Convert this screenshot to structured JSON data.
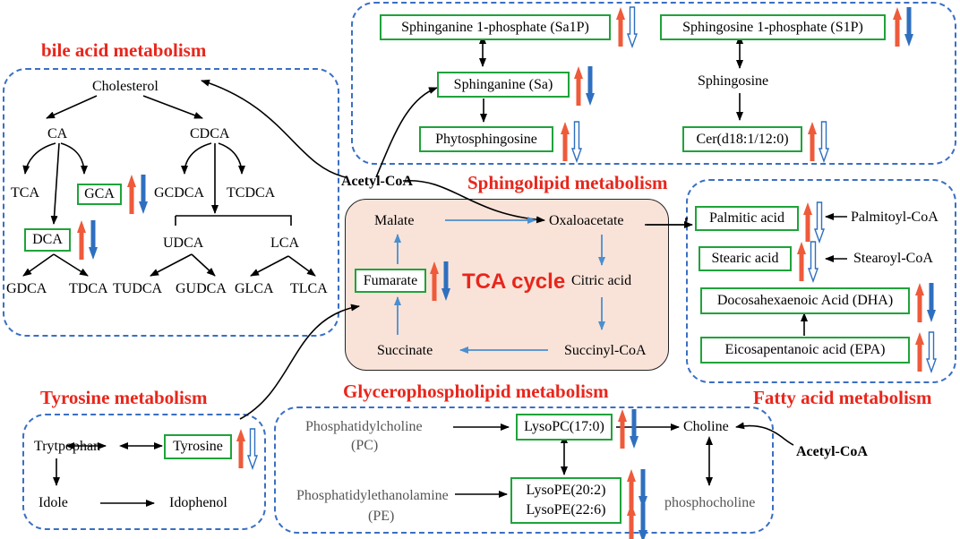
{
  "colors": {
    "up_red": "#ee5a3a",
    "down_blue": "#2f6fbf",
    "box_green": "#1fa33a",
    "section_title_red": "#e8261c",
    "dashed_blue": "#3a6fc4",
    "tca_fill": "#f9e3d8"
  },
  "sections": {
    "bile": "bile acid metabolism",
    "sphingo": "Sphingolipid metabolism",
    "tyrosine": "Tyrosine metabolism",
    "glycero": "Glycerophospholipid metabolism",
    "fatty": "Fatty acid metabolism",
    "tca": "TCA cycle"
  },
  "bile": {
    "cholesterol": "Cholesterol",
    "ca": "CA",
    "cdca": "CDCA",
    "tca": "TCA",
    "gca": "GCA",
    "gcdca": "GCDCA",
    "tcdca": "TCDCA",
    "dca": "DCA",
    "udca": "UDCA",
    "lca": "LCA",
    "gdca": "GDCA",
    "tdca": "TDCA",
    "tudca": "TUDCA",
    "gudca": "GUDCA",
    "glca": "GLCA",
    "tlca": "TLCA"
  },
  "acetyl": "Acetyl-CoA",
  "sphingo": {
    "sa1p": "Sphinganine 1-phosphate (Sa1P)",
    "s1p": "Sphingosine 1-phosphate (S1P)",
    "sa": "Sphinganine (Sa)",
    "sphingosine": "Sphingosine",
    "phyto": "Phytosphingosine",
    "cer": "Cer(d18:1/12:0)"
  },
  "tca_cycle": {
    "malate": "Malate",
    "oxaloacetate": "Oxaloacetate",
    "fumarate": "Fumarate",
    "citric": "Citric acid",
    "succinate": "Succinate",
    "succinyl": "Succinyl-CoA"
  },
  "fatty": {
    "palmitic": "Palmitic acid",
    "palmitoyl": "Palmitoyl-CoA",
    "stearic": "Stearic acid",
    "stearoyl": "Stearoyl-CoA",
    "dha": "Docosahexaenoic Acid (DHA)",
    "epa": "Eicosapentanoic acid (EPA)"
  },
  "tyrosine_path": {
    "trp": "Trytpophan",
    "tyr": "Tyrosine",
    "idole": "Idole",
    "idophenol": "Idophenol"
  },
  "glycero": {
    "pc": "Phosphatidylcholine",
    "pc_abbr": "(PC)",
    "pe": "Phosphatidylethanolamine",
    "pe_abbr": "(PE)",
    "lysopc": "LysoPC(17:0)",
    "lysope1": "LysoPE(20:2)",
    "lysope2": "LysoPE(22:6)",
    "choline": "Choline",
    "phosphocholine": "phosphocholine"
  },
  "indicators": [
    {
      "metabolite": "Sa1P",
      "up": "filled",
      "down": "hollow"
    },
    {
      "metabolite": "S1P",
      "up": "filled",
      "down": "filled"
    },
    {
      "metabolite": "Sa",
      "up": "filled",
      "down": "filled"
    },
    {
      "metabolite": "Phytosphingosine",
      "up": "filled",
      "down": "hollow"
    },
    {
      "metabolite": "Cer(d18:1/12:0)",
      "up": "filled",
      "down": "hollow"
    },
    {
      "metabolite": "GCA",
      "up": "filled",
      "down": "filled"
    },
    {
      "metabolite": "DCA",
      "up": "filled",
      "down": "filled"
    },
    {
      "metabolite": "Fumarate",
      "up": "filled",
      "down": "filled"
    },
    {
      "metabolite": "Palmitic acid",
      "up": "filled",
      "down": "hollow"
    },
    {
      "metabolite": "Stearic acid",
      "up": "filled",
      "down": "hollow"
    },
    {
      "metabolite": "DHA",
      "up": "filled",
      "down": "filled"
    },
    {
      "metabolite": "EPA",
      "up": "filled",
      "down": "hollow"
    },
    {
      "metabolite": "Tyrosine",
      "up": "filled",
      "down": "hollow"
    },
    {
      "metabolite": "LysoPC(17:0)",
      "up": "filled",
      "down": "filled"
    },
    {
      "metabolite": "LysoPE(20:2)",
      "up": "filled",
      "down": "filled"
    },
    {
      "metabolite": "LysoPE(22:6)",
      "up": "filled",
      "down": "filled"
    }
  ]
}
